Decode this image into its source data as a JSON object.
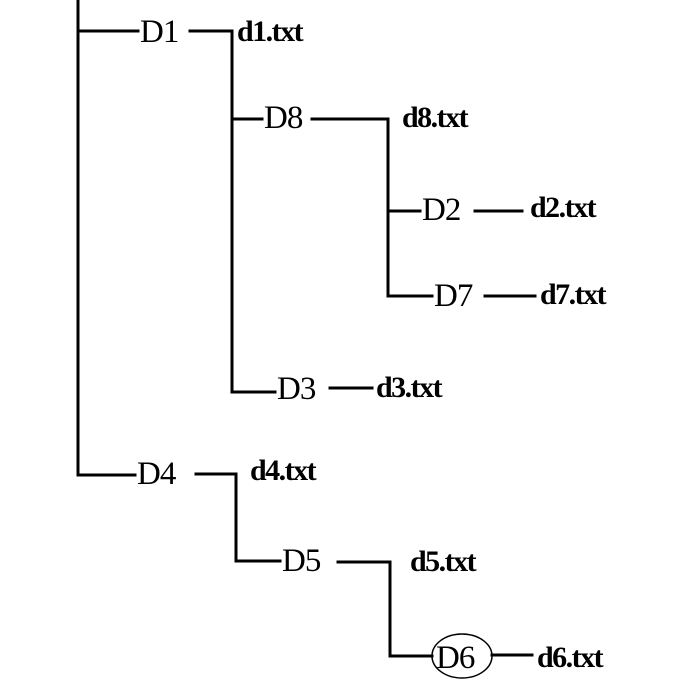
{
  "tree": {
    "nodes": [
      {
        "id": "D1",
        "label": "D1",
        "file": "d1.txt"
      },
      {
        "id": "D8",
        "label": "D8",
        "file": "d8.txt"
      },
      {
        "id": "D2",
        "label": "D2",
        "file": "d2.txt"
      },
      {
        "id": "D7",
        "label": "D7",
        "file": "d7.txt"
      },
      {
        "id": "D3",
        "label": "D3",
        "file": "d3.txt"
      },
      {
        "id": "D4",
        "label": "D4",
        "file": "d4.txt"
      },
      {
        "id": "D5",
        "label": "D5",
        "file": "d5.txt"
      },
      {
        "id": "D6",
        "label": "D6",
        "file": "d6.txt",
        "highlighted": true
      }
    ]
  }
}
